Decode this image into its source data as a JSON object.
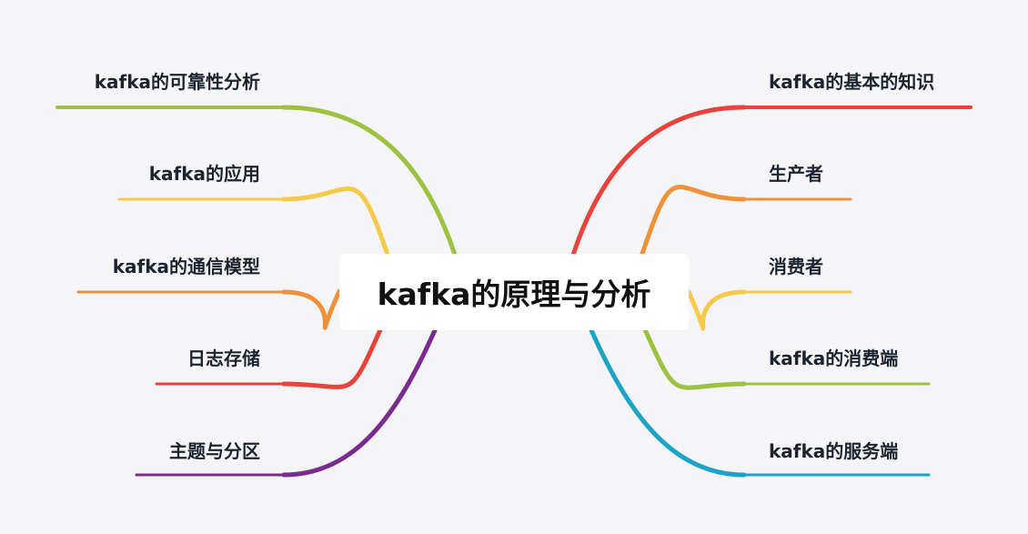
{
  "root": {
    "title": "kafka的原理与分析"
  },
  "left_branches": [
    {
      "label": "kafka的可靠性分析",
      "color": "#9dc241"
    },
    {
      "label": "kafka的应用",
      "color": "#f7c948"
    },
    {
      "label": "kafka的通信模型",
      "color": "#f0913a"
    },
    {
      "label": "日志存储",
      "color": "#e8423a"
    },
    {
      "label": "主题与分区",
      "color": "#7b2a8e"
    }
  ],
  "right_branches": [
    {
      "label": "kafka的基本的知识",
      "color": "#e8423a"
    },
    {
      "label": "生产者",
      "color": "#f0913a"
    },
    {
      "label": "消费者",
      "color": "#f7c948"
    },
    {
      "label": "kafka的消费端",
      "color": "#9dc241"
    },
    {
      "label": "kafka的服务端",
      "color": "#1ba4c7"
    }
  ]
}
